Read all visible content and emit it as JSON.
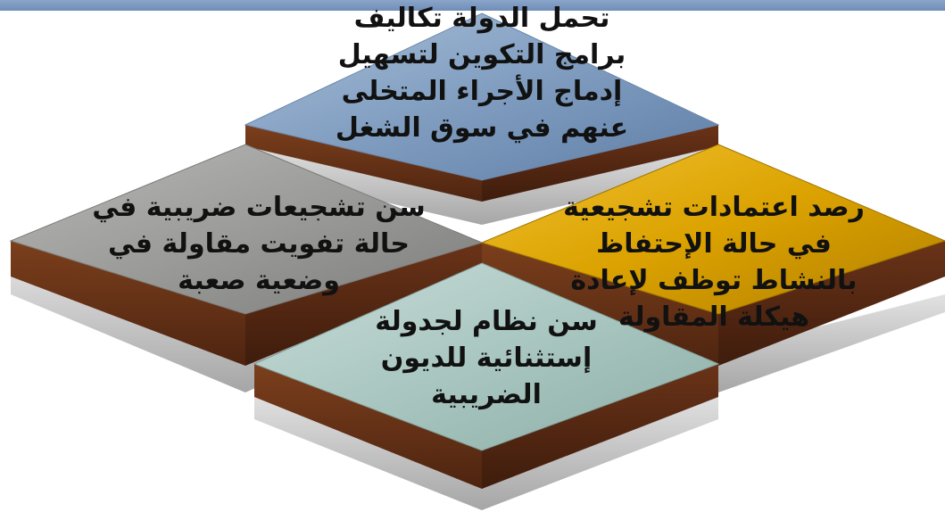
{
  "colors": {
    "header_bar": "#7b97c0",
    "top_tile": "#7f9bbd",
    "left_tile": "#9a9a98",
    "right_tile": "#dba200",
    "bottom_tile": "#a9c6c0",
    "layer_brown": "#6a3318",
    "layer_gray": "#c4c4c4"
  },
  "tiles": {
    "top": {
      "lines": [
        "تحمل الدولة تكاليف",
        "برامج التكوين لتسهيل",
        "إدماج الأجراء المتخلى",
        "عنهم في سوق الشغل"
      ]
    },
    "left": {
      "lines": [
        "سن تشجيعات ضريبية في",
        "حالة تفويت مقاولة في",
        "وضعية صعبة"
      ]
    },
    "right": {
      "lines": [
        "رصد اعتمادات تشجيعية",
        "في حالة الإحتفاظ",
        "بالنشاط توظف لإعادة",
        "هيكلة المقاولة"
      ]
    },
    "bottom": {
      "lines": [
        "سن نظام لجدولة",
        "إستثنائية للديون",
        "الضريبية"
      ]
    }
  }
}
